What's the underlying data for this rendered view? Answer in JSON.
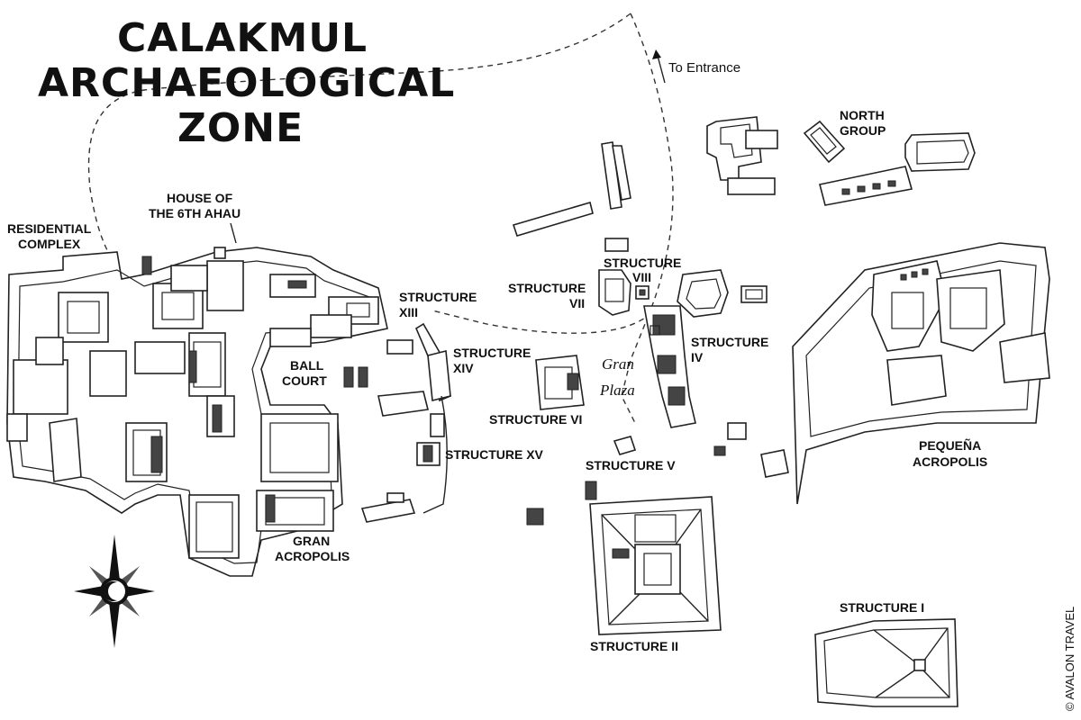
{
  "title": {
    "line1": "CALAKMUL",
    "line2": "ARCHAEOLOGICAL",
    "line3": "ZONE"
  },
  "entrance_label": "To Entrance",
  "credit": "© AVALON TRAVEL",
  "labels": {
    "north_group_1": "NORTH",
    "north_group_2": "GROUP",
    "residential_1": "RESIDENTIAL",
    "residential_2": "COMPLEX",
    "house_1": "HOUSE OF",
    "house_2": "THE 6TH AHAU",
    "struct_vii_1": "STRUCTURE",
    "struct_vii_2": "VII",
    "struct_viii_1": "STRUCTURE",
    "struct_viii_2": "VIII",
    "struct_xiii_1": "STRUCTURE",
    "struct_xiii_2": "XIII",
    "struct_xiv_1": "STRUCTURE",
    "struct_xiv_2": "XIV",
    "ball_1": "BALL",
    "ball_2": "COURT",
    "struct_iv_1": "STRUCTURE",
    "struct_iv_2": "IV",
    "gran_plaza_1": "Gran",
    "gran_plaza_2": "Plaza",
    "struct_vi": "STRUCTURE VI",
    "struct_xv": "STRUCTURE XV",
    "struct_v": "STRUCTURE V",
    "pequena_1": "PEQUEÑA",
    "pequena_2": "ACROPOLIS",
    "gran_acro_1": "GRAN",
    "gran_acro_2": "ACROPOLIS",
    "struct_i": "STRUCTURE I",
    "struct_ii": "STRUCTURE II"
  },
  "compass": {
    "icon": "compass-rose-icon"
  }
}
